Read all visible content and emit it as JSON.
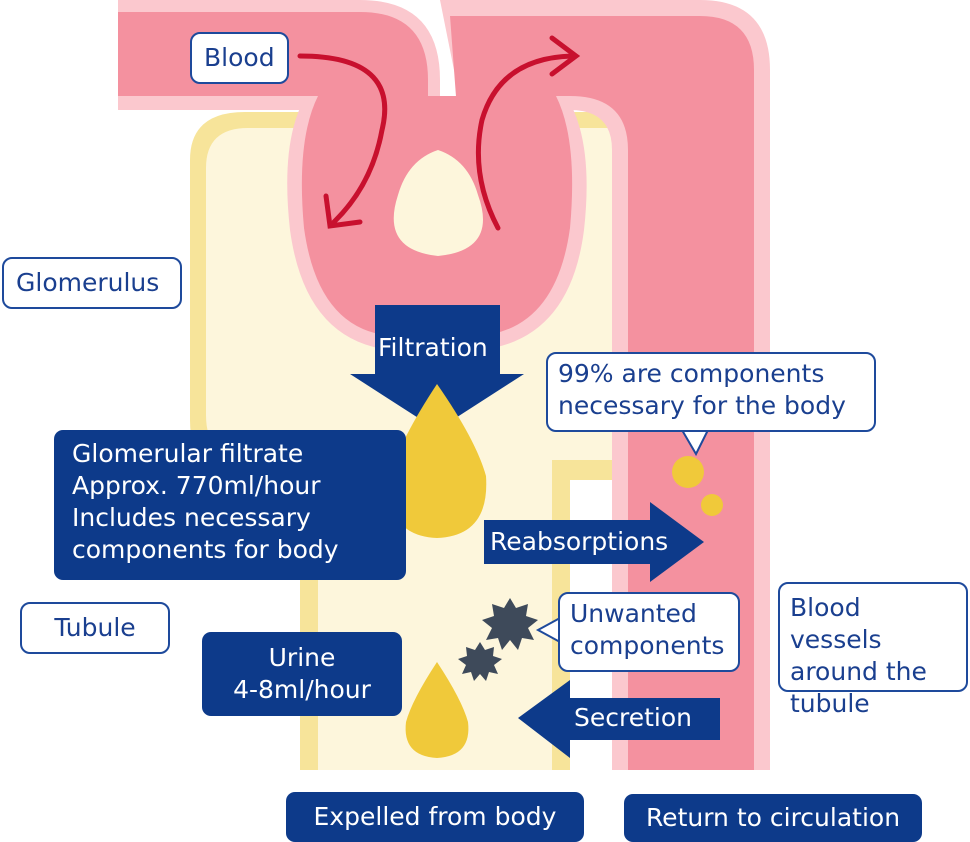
{
  "labels": {
    "blood": "Blood",
    "glomerulus": "Glomerulus",
    "tubule": "Tubule",
    "filtration": "Filtration",
    "reabsorptions": "Reabsorptions",
    "secretion": "Secretion",
    "components_necessary": [
      "99% are components",
      "necessary for the body"
    ],
    "glomerular_filtrate": [
      "Glomerular filtrate",
      "Approx. 770ml/hour",
      "Includes necessary",
      "components for body"
    ],
    "urine": [
      "Urine",
      "4-8ml/hour"
    ],
    "unwanted": [
      "Unwanted",
      "components"
    ],
    "vessels": [
      "Blood vessels",
      "around the",
      "tubule"
    ],
    "expelled": "Expelled from body",
    "return": "Return to circulation"
  },
  "colors": {
    "vessel": "#f4919f",
    "vessel_edge": "#fbc8ce",
    "capsule": "#f7e49a",
    "tubule_fill": "#fdf6dc",
    "drop": "#f0c93a",
    "arrow_red": "#c8102e",
    "label_blue": "#0d3a8a",
    "waste": "#3e4a5a"
  }
}
